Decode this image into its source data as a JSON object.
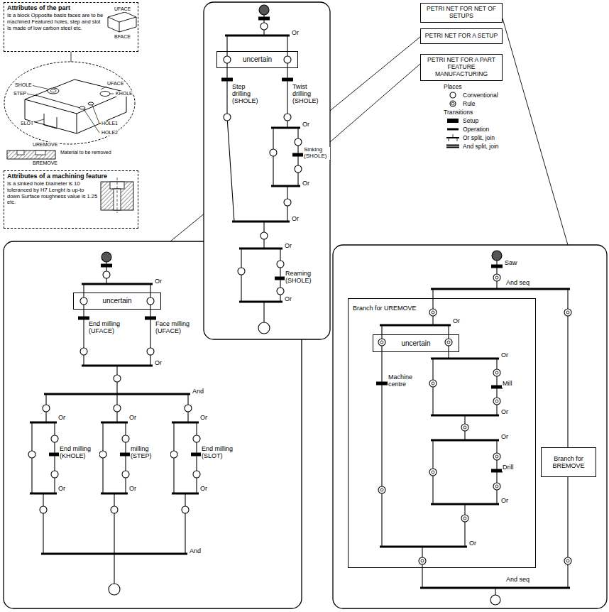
{
  "diagram": {
    "nodes": [
      {
        "text": [
          "Attributes of the part",
          "Is a block Opposite basis faces are to be machined Featured holes, step and slot Is made of low carbon steel etc."
        ]
      },
      {
        "text": [
          "Attributes of a machining feature",
          "Is a sinked hole Diameter is 10 toleranced by H7 Lenght is up-to down Surface roughness value is 1.25 etc."
        ]
      },
      {
        "text": [
          "PETRI NET FOR NET OF SETUPS"
        ]
      },
      {
        "text": [
          "PETRI NET FOR A SETUP"
        ]
      },
      {
        "text": [
          "PETRI NET FOR A PART FEATURE MANUFACTURING"
        ]
      },
      {
        "text": [
          "uncertain"
        ]
      },
      {
        "text": [
          "uncertain"
        ]
      },
      {
        "text": [
          "Branch for UREMOVE"
        ]
      },
      {
        "text": [
          "uncertain"
        ],
        "in": 7
      },
      {
        "text": [
          "Branch for BREMOVE"
        ]
      }
    ],
    "labels": [
      "UFACE",
      "BFACE",
      "SHOLE",
      "STEP",
      "UFACE",
      "KHOLE",
      "SLOT",
      "HOLE1",
      "HOLE2",
      "UREMOVE",
      "Material to be removed",
      "BREMOVE",
      "Or",
      "Step drilling (SHOLE)",
      "Twist drilling (SHOLE)",
      "Or",
      "Sinking (SHOLE)",
      "Or",
      "Or",
      "Or",
      "Reaming (SHOLE)",
      "Or",
      "Or",
      "End milling (UFACE)",
      "Face milling (UFACE)",
      "Or",
      "And",
      "Or",
      "Or",
      "Or",
      "End milling (KHOLE)",
      "milling (STEP)",
      "End milling (SLOT)",
      "Or",
      "Or",
      "Or",
      "And",
      "Saw",
      "And seq",
      "Or",
      "Machine centre",
      "Or",
      "Mill",
      "Or",
      "Or",
      "Drill",
      "Or",
      "Or",
      "And seq"
    ],
    "legend": [
      {
        "text": "Places"
      },
      {
        "text": "Conventional"
      },
      {
        "text": "Rule"
      },
      {
        "text": "Transitions"
      },
      {
        "text": "Setup"
      },
      {
        "text": "Operation"
      },
      {
        "text": "Or split, join"
      },
      {
        "text": "And split, join"
      }
    ]
  }
}
